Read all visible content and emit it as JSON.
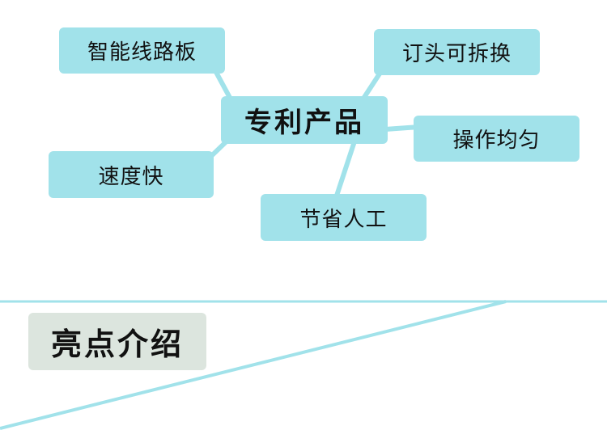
{
  "colors": {
    "node_bg": "#a1e2ea",
    "line": "#a1e2ea",
    "section_bg": "#dce5de"
  },
  "mindmap": {
    "center": "专利产品",
    "branches": [
      "智能线路板",
      "订头可拆换",
      "操作均匀",
      "节省人工",
      "速度快"
    ]
  },
  "section": {
    "title": "亮点介绍"
  }
}
